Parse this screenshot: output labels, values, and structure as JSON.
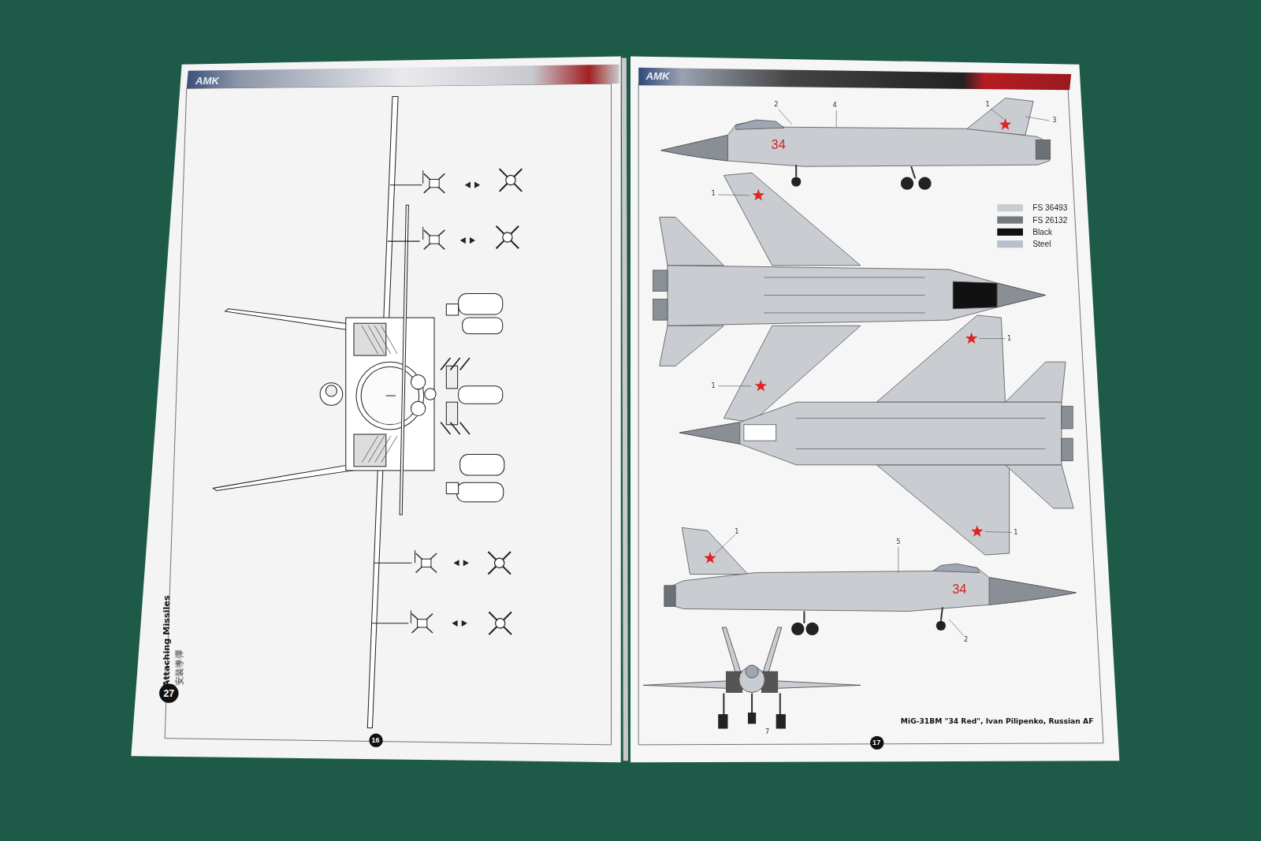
{
  "diagram": {
    "title": "Attaching Missiles",
    "caption": "MiG-31BM \"34 Red\", Ivan Pilipenko, Russian AF",
    "nodes": [
      {
        "text": [
          "27"
        ]
      },
      {
        "text": [
          "16"
        ]
      },
      {
        "text": [
          "17"
        ]
      }
    ],
    "labels": [
      "AMK",
      "AMK",
      "安裝導彈",
      "2",
      "4",
      "1",
      "3",
      "34",
      "1",
      "1",
      "1",
      "1",
      "1",
      "5",
      "34",
      "2",
      "7"
    ],
    "legend": [
      {
        "text": "FS 36493",
        "color": "#c9cdd2"
      },
      {
        "text": "FS 26132",
        "color": "#74797f"
      },
      {
        "text": "Black",
        "color": "#111111"
      },
      {
        "text": "Steel",
        "color": "#b9c0cc"
      }
    ]
  }
}
